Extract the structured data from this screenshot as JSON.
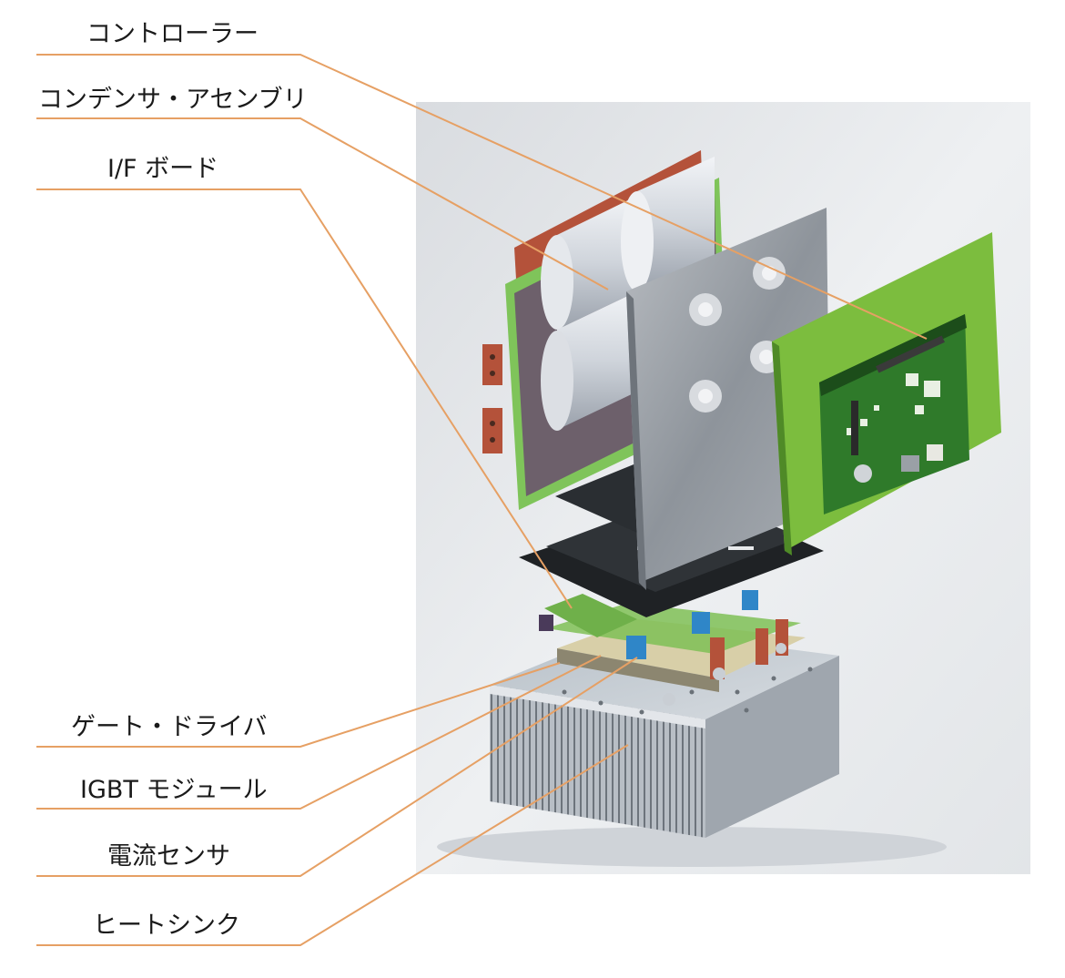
{
  "labels": [
    {
      "id": "controller",
      "text": "コントローラー"
    },
    {
      "id": "capacitor-assembly",
      "text": "コンデンサ・アセンブリ"
    },
    {
      "id": "if-board",
      "text": "I/F ボード"
    },
    {
      "id": "gate-driver",
      "text": "ゲート・ドライバ"
    },
    {
      "id": "igbt-module",
      "text": "IGBT モジュール"
    },
    {
      "id": "current-sensor",
      "text": "電流センサ"
    },
    {
      "id": "heat-sink",
      "text": "ヒートシンク"
    }
  ],
  "colors": {
    "leader_line": "#e6a064",
    "backdrop": "#e9ebee",
    "pcb_green": "#7cbd3e",
    "pcb_dark": "#2f7a2a",
    "copper": "#b4523a",
    "capacitor": "#d9dde3",
    "heatsink": "#c6ccd2",
    "igbt_blue": "#2f86c8"
  }
}
